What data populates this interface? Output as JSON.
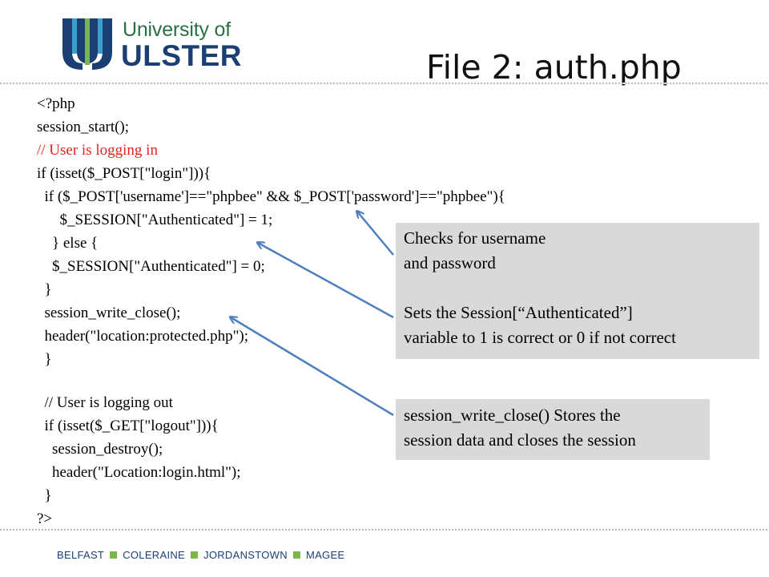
{
  "header": {
    "logo": {
      "name_line1": "University of",
      "name_line2": "ULSTER",
      "brand_green": "#2a6f45",
      "brand_blue": "#1b3f73",
      "accent_green": "#7ab648"
    },
    "title": "File 2: auth.php"
  },
  "code_lines": [
    "<?php",
    "session_start();",
    "// User is logging in",
    "if (isset($_POST[\"login\"])){",
    "  if ($_POST['username']==\"phpbee\" && $_POST['password']==\"phpbee\"){",
    "      $_SESSION[\"Authenticated\"] = 1;",
    "    } else {",
    "    $_SESSION[\"Authenticated\"] = 0;",
    "  }",
    "  session_write_close();",
    "  header(\"location:protected.php\");",
    "  }",
    "",
    "  // User is logging out",
    "  if (isset($_GET[\"logout\"])){",
    "    session_destroy();",
    "    header(\"Location:login.html\");",
    "  }",
    "?>"
  ],
  "comment_color": "#e8231e",
  "callouts": {
    "auth_check": {
      "lines": [
        "Checks for username",
        "and password",
        "Sets the Session[“Authenticated”]",
        "variable to 1 is correct or 0 if not correct"
      ]
    },
    "write_close": {
      "lines": [
        "session_write_close() Stores the",
        "session data and closes the session"
      ]
    }
  },
  "footer": {
    "campuses": [
      "BELFAST",
      "COLERAINE",
      "JORDANSTOWN",
      "MAGEE"
    ]
  }
}
